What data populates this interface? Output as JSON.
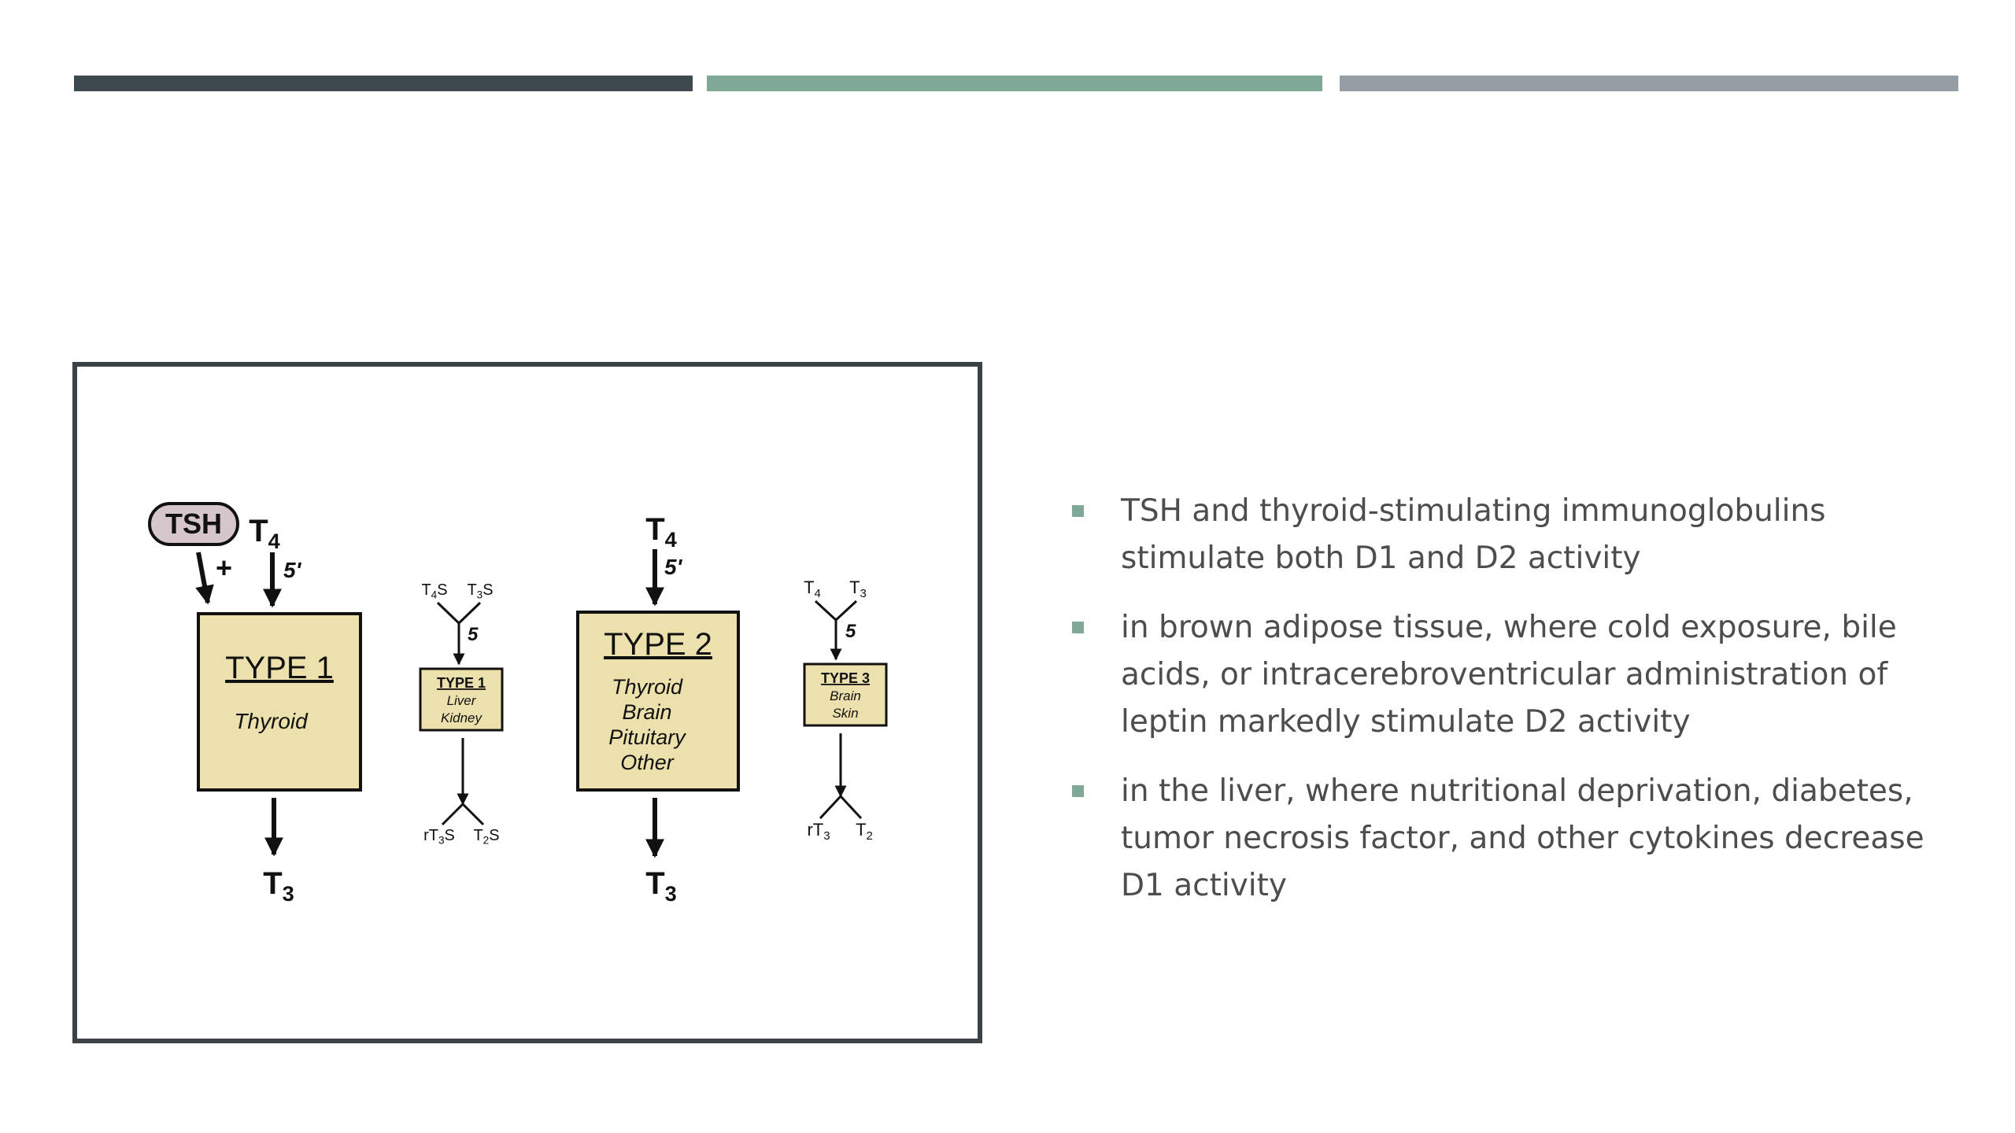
{
  "colors": {
    "stripe_1": "#3d494e",
    "stripe_2": "#7fa896",
    "stripe_3": "#969ea5",
    "frame_border": "#3a4246",
    "box_fill": "#ece1ad",
    "tsh_fill": "#d4c6ca",
    "bullet_marker": "#7fa896",
    "bullet_text": "#4d4d4d"
  },
  "figure": {
    "tsh_label": "TSH",
    "plus_sign": "+",
    "prime_label": "5'",
    "five_label": "5",
    "large_type1": {
      "input_label": "T4",
      "title": "TYPE 1",
      "tissues": [
        "Thyroid"
      ],
      "output_label": "T3"
    },
    "small_type1": {
      "inputs": [
        "T4S",
        "T3S"
      ],
      "title": "TYPE 1",
      "tissues": [
        "Liver",
        "Kidney"
      ],
      "outputs": [
        "rT3S",
        "T2S"
      ]
    },
    "large_type2": {
      "input_label": "T4",
      "title": "TYPE 2",
      "tissues": [
        "Thyroid",
        "Brain",
        "Pituitary",
        "Other"
      ],
      "output_label": "T3"
    },
    "small_type3": {
      "inputs": [
        "T4",
        "T3"
      ],
      "title": "TYPE 3",
      "tissues": [
        "Brain",
        "Skin"
      ],
      "outputs": [
        "rT3",
        "T2"
      ]
    }
  },
  "bullets": [
    "TSH and thyroid-stimulating immunoglobulins stimulate both D1 and D2 activity",
    "in brown adipose tissue, where cold exposure, bile acids, or intracerebroventricular administration of leptin markedly stimulate D2 activity",
    "in the liver, where nutritional deprivation, diabetes, tumor necrosis factor, and other cytokines decrease D1 activity"
  ]
}
